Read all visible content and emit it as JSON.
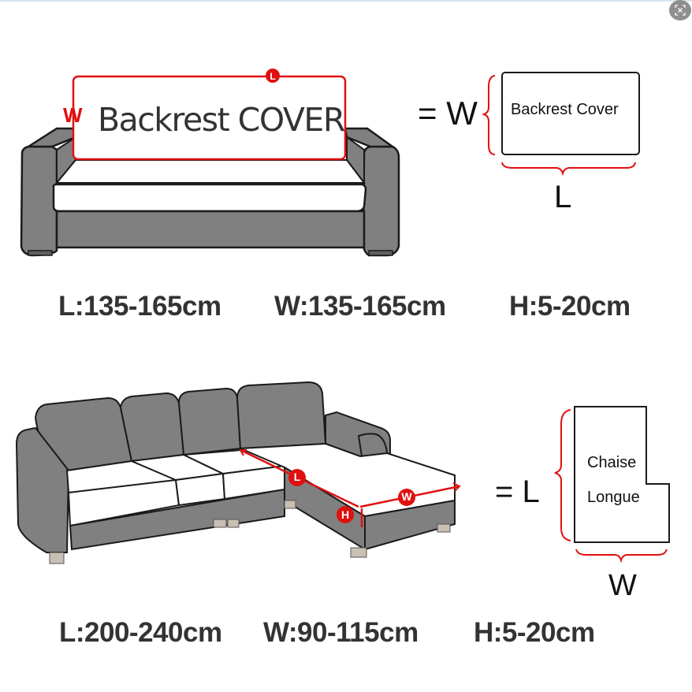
{
  "overlay": {
    "corner_button_icon": "expand-collapse-icon"
  },
  "colors": {
    "sofa_gray": "#808080",
    "outline": "#1a1a1a",
    "cushion": "#ffffff",
    "accent_red": "#e01010",
    "text_dark": "#333333",
    "leg": "#c9bfb3"
  },
  "section_backrest": {
    "cover_label": "Backrest COVER",
    "marker_L": "L",
    "marker_W": "W",
    "equals_label": "= W",
    "diagram_box_label": "Backrest Cover",
    "diagram_bottom_label": "L",
    "dimensions": {
      "length": "L:135-165cm",
      "width": "W:135-165cm",
      "height": "H:5-20cm"
    }
  },
  "section_chaise": {
    "marker_L": "L",
    "marker_W": "W",
    "marker_H": "H",
    "equals_label": "= L",
    "diagram_box_line1": "Chaise",
    "diagram_box_line2": "Longue",
    "diagram_bottom_label": "W",
    "dimensions": {
      "length": "L:200-240cm",
      "width": "W:90-115cm",
      "height": "H:5-20cm"
    }
  }
}
